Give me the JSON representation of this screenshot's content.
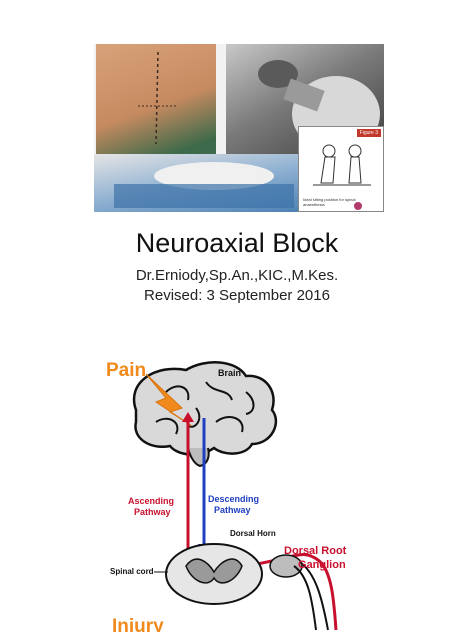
{
  "slide": {
    "title": "Neuroaxial Block",
    "author": "Dr.Erniody,Sp.An.,KIC.,M.Kes.",
    "revised": "Revised: 3 September 2016"
  },
  "collage": {
    "figure_badge": "Figure 3",
    "figure_caption": "Ideal sitting position for spinal anaesthesia"
  },
  "diagram": {
    "pain": "Pain",
    "brain": "Brain",
    "ascending": [
      "Ascending",
      "Pathway"
    ],
    "descending": [
      "Descending",
      "Pathway"
    ],
    "dorsal_horn": "Dorsal Horn",
    "dorsal_root": [
      "Dorsal Root",
      "Ganglion"
    ],
    "spinal_cord": "Spinal cord",
    "injury": "Injury",
    "colors": {
      "ascending": "#c8102e",
      "descending": "#1f3fbf",
      "orange": "#f08a1c"
    }
  }
}
